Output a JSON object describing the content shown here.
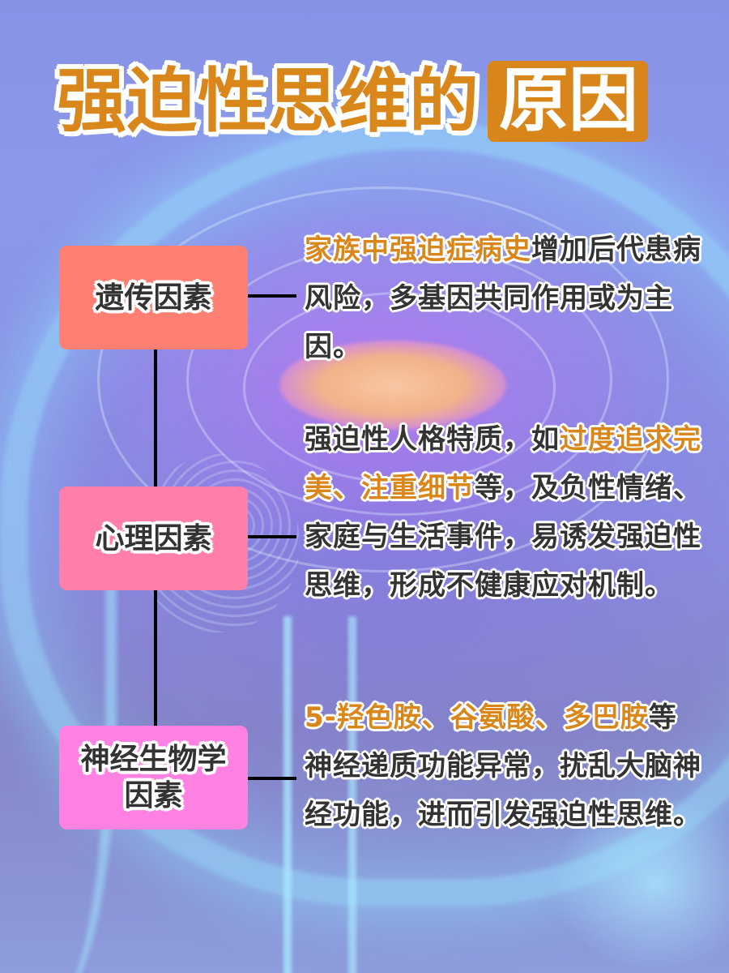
{
  "title": {
    "main": "强迫性思维的",
    "highlight": "原因"
  },
  "colors": {
    "accent_orange": "#d9861a",
    "factor_genetic": "#ff7f72",
    "factor_psych": "#ff7faa",
    "factor_neuro": "#ff82e2",
    "text_dark": "#333333"
  },
  "factors": [
    {
      "label": "遗传因素",
      "description": {
        "highlight_1": "家族中强迫症病史",
        "text_1": "增加后代患病风险，多基因共同作用或为主因。"
      }
    },
    {
      "label": "心理因素",
      "description": {
        "text_1": "强迫性人格特质，如",
        "highlight_1": "过度追求完美",
        "sep": "、",
        "highlight_2": "注重细节",
        "text_2": "等，及负性情绪、家庭与生活事件，易诱发强迫性思维，形成不健康应对机制。"
      }
    },
    {
      "label_line1": "神经生物学",
      "label_line2": "因素",
      "description": {
        "highlight_1": "5-羟色胺、谷氨酸、多巴胺",
        "text_1": "等神经递质功能异常，扰乱大脑神经功能，进而引发强迫性思维。"
      }
    }
  ]
}
